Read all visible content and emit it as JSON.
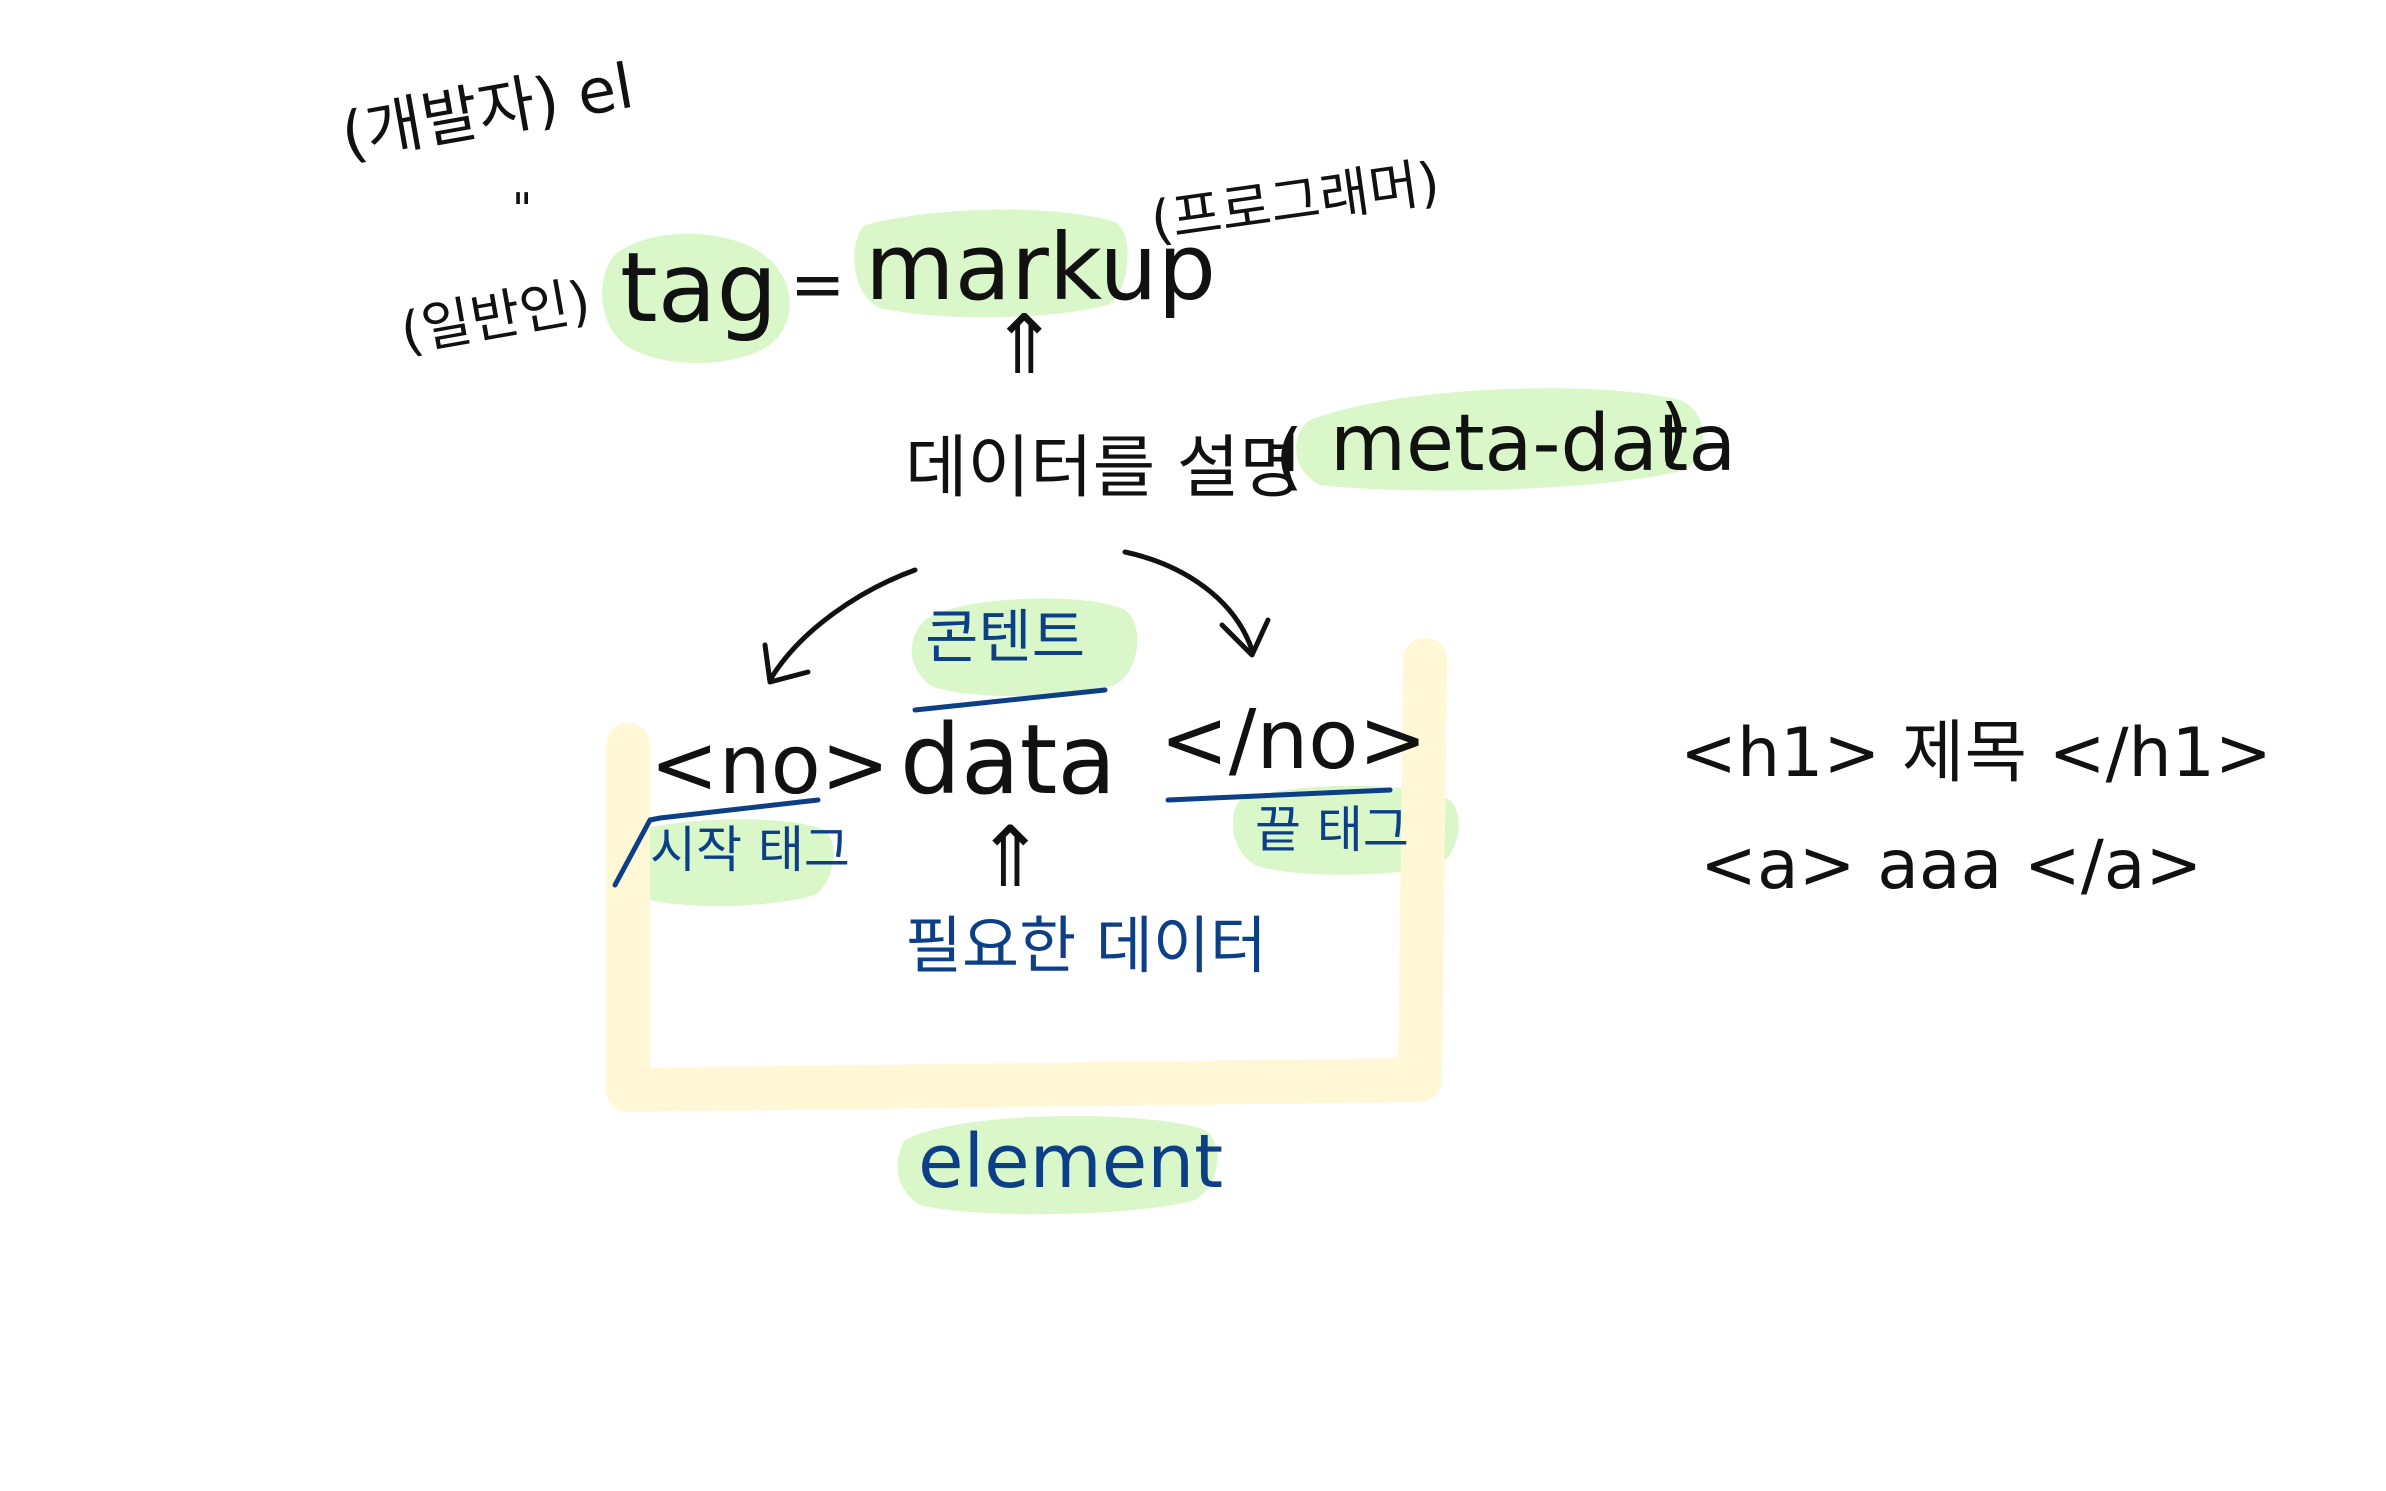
{
  "colors": {
    "ink": "#111111",
    "blue_ink": "#0d3f86",
    "green_highlight": "#d9f7c9",
    "yellow_highlight": "#fff7d6"
  },
  "note": {
    "developer_term": "(개발자) el",
    "equals_mark": "\"",
    "general_term": "(일반인)",
    "tag": "tag",
    "equals": "=",
    "markup": "markup",
    "programmer_term": "(프로그래머)",
    "up_arrow_top": "⇑",
    "describes_data": "데이터를 설명",
    "meta_open": "(",
    "meta_data": "meta-data",
    "meta_close": ")",
    "content": "콘텐트",
    "open_tag": "<no>",
    "data": "data",
    "close_tag": "</no>",
    "start_tag": "시작 태그",
    "end_tag": "끝 태그",
    "up_arrow_mid": "⇑",
    "needed_data": "필요한 데이터",
    "element": "element",
    "example_1": "<h1> 제목 </h1>",
    "example_2": "<a> aaa </a>"
  }
}
